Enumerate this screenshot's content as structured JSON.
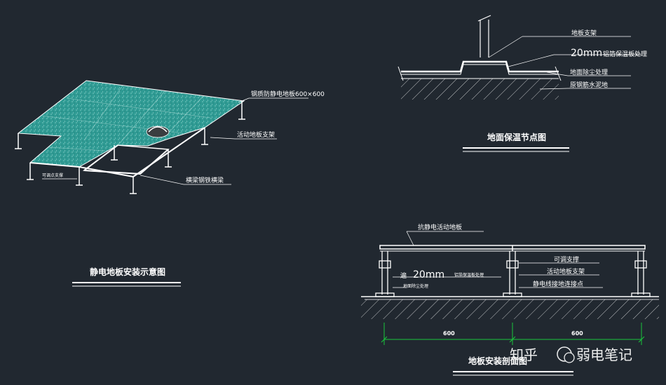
{
  "drawing1": {
    "title": "静电地板安装示意图",
    "labels": {
      "panel_spec": "钢质防静电地板600×600",
      "support_post": "活动地板支架",
      "beam": "横梁钢铁横梁",
      "adjustable_point": "可调点支撑"
    }
  },
  "drawing2": {
    "title": "地面保温节点图",
    "labels": {
      "support": "地板支架",
      "insulation_prefix": "20mm",
      "insulation_suffix": "铝箔保温板处理",
      "dust": "地面除尘处理",
      "slab": "原钢筋水泥地"
    }
  },
  "drawing3": {
    "title": "地板安装剖面图",
    "labels": {
      "floor": "抗静电活动地板",
      "adjustable": "可调支撑",
      "support": "活动地板支架",
      "ground": "静电线接地连接点",
      "insulation_prefix": "20mm",
      "insulation_suffix": "铝箔保温板处理",
      "dust": "地面除尘处理"
    },
    "dimensions": [
      "600",
      "600"
    ]
  },
  "watermark": {
    "left": "知乎",
    "right": "弱电笔记"
  },
  "colors": {
    "background": "#212830",
    "line": "#ffffff",
    "panel": "#2f9a93",
    "dimension": "#19c63c"
  }
}
